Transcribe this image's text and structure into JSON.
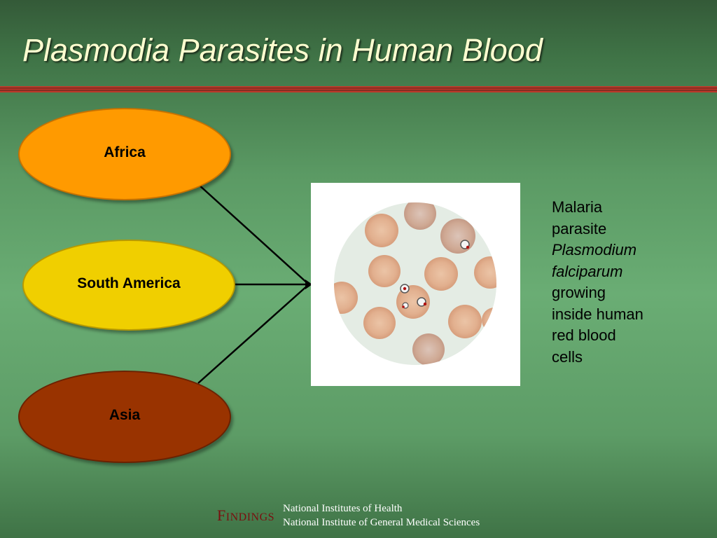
{
  "title": "Plasmodia Parasites in Human Blood",
  "regions": [
    {
      "label": "Africa",
      "color": "#ff9a00"
    },
    {
      "label": "South America",
      "color": "#f0cf00"
    },
    {
      "label": "Asia",
      "color": "#993300"
    }
  ],
  "caption": {
    "line1": "Malaria",
    "line2": "parasite",
    "line3": "Plasmodium",
    "line4": "falciparum",
    "line5": "growing",
    "line6": "inside human",
    "line7": "red blood",
    "line8": "cells"
  },
  "footer": {
    "logo_first": "F",
    "logo_rest": "INDINGS",
    "line1": "National Institutes of Health",
    "line2": "National Institute of General Medical Sciences"
  },
  "colors": {
    "title_text": "#ffffd0",
    "rule": "#a93226",
    "logo": "#7a0f0f"
  }
}
